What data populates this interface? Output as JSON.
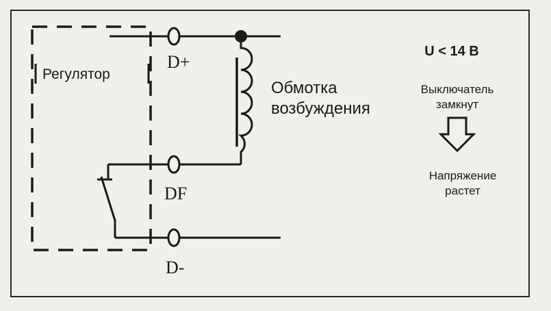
{
  "regulator": {
    "label": "Регулятор"
  },
  "terminals": {
    "d_plus": "D+",
    "df": "DF",
    "d_minus": "D-"
  },
  "coil": {
    "line1": "Обмотка",
    "line2": "возбуждения"
  },
  "status": {
    "condition": "U < 14 B",
    "switch_line1": "Выключатель",
    "switch_line2": "замкнут",
    "arrow_icon": "down-arrow-icon",
    "result_line1": "Напряжение",
    "result_line2": "растет"
  },
  "colors": {
    "background": "#eff0ea",
    "ink": "#1a1a1a"
  }
}
